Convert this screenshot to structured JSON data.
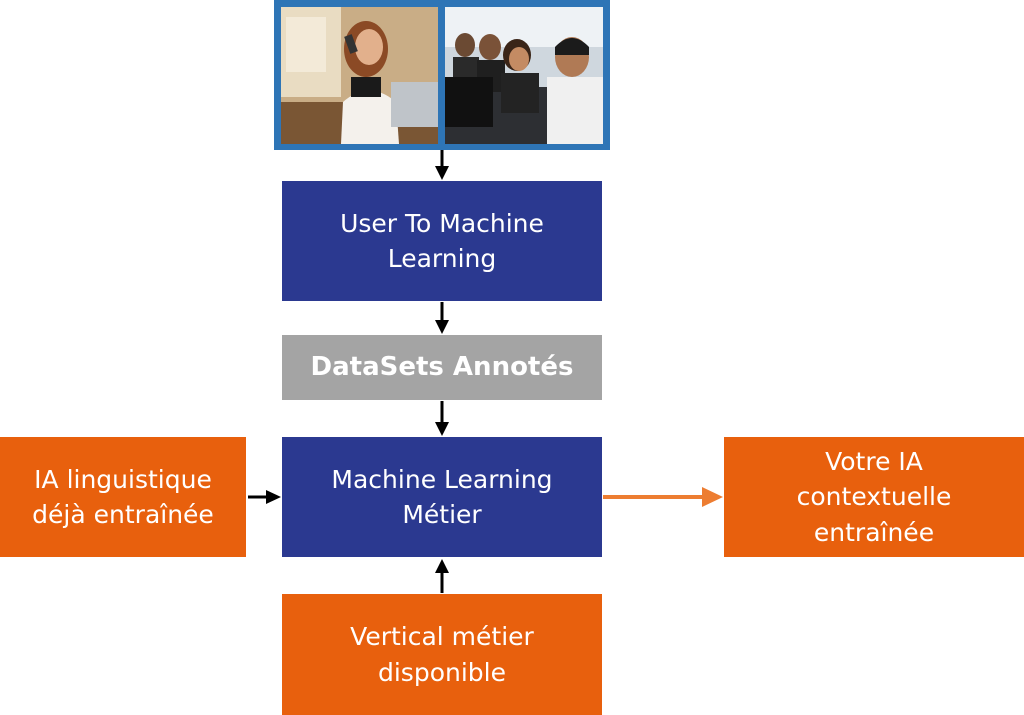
{
  "nodes": {
    "user_to_ml": {
      "line1": "User To Machine",
      "line2": "Learning"
    },
    "datasets": {
      "label": "DataSets Annotés"
    },
    "ml_metier": {
      "line1": "Machine Learning",
      "line2": "Métier"
    },
    "ia_linguistique": {
      "line1": "IA linguistique",
      "line2": "déjà entraînée"
    },
    "votre_ia": {
      "line1": "Votre IA",
      "line2": "contextuelle",
      "line3": "entraînée"
    },
    "vertical_metier": {
      "line1": "Vertical métier",
      "line2": "disponible"
    }
  },
  "colors": {
    "blue": "#2b3990",
    "orange": "#e8600d",
    "gray": "#a4a4a4",
    "frame_blue": "#2e75b6",
    "arrow_black": "#000000",
    "arrow_orange": "#ed7d31"
  },
  "images": {
    "left": "photo-woman-on-phone",
    "right": "photo-call-center-agents"
  }
}
